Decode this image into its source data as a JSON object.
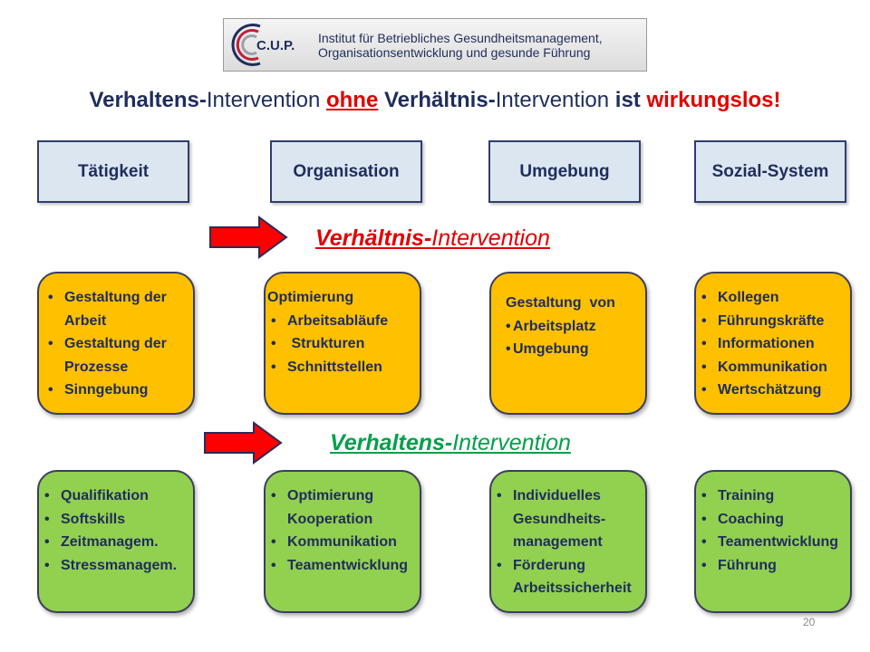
{
  "logo": {
    "brand": "C.U.P.",
    "line1": "Institut für Betriebliches Gesundheitsmanagement,",
    "line2": "Organisationsentwicklung und gesunde Führung"
  },
  "headline": {
    "part1": "Verhaltens-",
    "part2": "Intervention ",
    "part3": "ohne",
    "part4": " Verhältnis-",
    "part5": "Intervention ",
    "part6": "ist ",
    "part7": "wirkungslos!"
  },
  "categories": [
    "Tätigkeit",
    "Organisation",
    "Umgebung",
    "Sozial-System"
  ],
  "verhaeltnis": {
    "label_bold": "Verhältnis-",
    "label_rest": "Intervention",
    "boxes": [
      {
        "items": [
          "Gestaltung der",
          "Arbeit",
          "Gestaltung der",
          "Prozesse",
          "Sinngebung"
        ]
      },
      {
        "heading": "Optimierung",
        "items": [
          "Arbeitsabläufe",
          " Strukturen",
          "Schnittstellen"
        ]
      },
      {
        "heading": "Gestaltung  von",
        "items": [
          "Arbeitsplatz",
          "Umgebung"
        ]
      },
      {
        "items": [
          "Kollegen",
          "Führungskräfte",
          "Informationen",
          "Kommunikation",
          "Wertschätzung"
        ]
      }
    ]
  },
  "verhaltens": {
    "label_bold": "Verhaltens-",
    "label_rest": "Intervention",
    "boxes": [
      {
        "items": [
          "Qualifikation",
          "Softskills",
          "Zeitmanagem.",
          "Stressmanagem."
        ]
      },
      {
        "items": [
          "Optimierung",
          "Kooperation",
          "Kommunikation",
          "Teamentwicklung"
        ]
      },
      {
        "items": [
          "Individuelles",
          "Gesundheits-",
          "management",
          "Förderung",
          "Arbeitssicherheit"
        ]
      },
      {
        "items": [
          "Training",
          "Coaching",
          "Teamentwicklung",
          "Führung"
        ]
      }
    ]
  },
  "page_number": "20",
  "colors": {
    "navy": "#1f2d5c",
    "red": "#e00000",
    "green_text": "#00a04a",
    "orange_box": "#ffc000",
    "green_box": "#92d050",
    "category_fill": "#dce6f1"
  }
}
